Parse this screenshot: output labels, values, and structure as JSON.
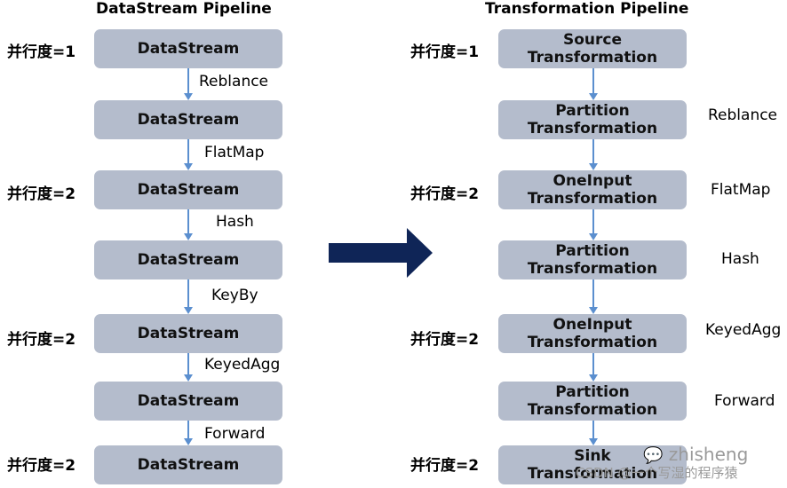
{
  "left": {
    "title": "DataStream Pipeline",
    "boxes": [
      "DataStream",
      "DataStream",
      "DataStream",
      "DataStream",
      "DataStream",
      "DataStream",
      "DataStream"
    ],
    "edges": [
      "Reblance",
      "FlatMap",
      "Hash",
      "KeyBy",
      "KeyedAgg",
      "Forward"
    ],
    "parallelism": [
      "并行度=1",
      "并行度=2",
      "并行度=2",
      "并行度=2"
    ]
  },
  "right": {
    "title": "Transformation Pipeline",
    "boxes": [
      {
        "line1": "Source",
        "line2": "Transformation"
      },
      {
        "line1": "Partition",
        "line2": "Transformation"
      },
      {
        "line1": "OneInput",
        "line2": "Transformation"
      },
      {
        "line1": "Partition",
        "line2": "Transformation"
      },
      {
        "line1": "OneInput",
        "line2": "Transformation"
      },
      {
        "line1": "Partition",
        "line2": "Transformation"
      },
      {
        "line1": "Sink",
        "line2": "Transformation"
      }
    ],
    "edges": [
      "Reblance",
      "FlatMap",
      "Hash",
      "KeyedAgg",
      "Forward"
    ],
    "parallelism": [
      "并行度=1",
      "并行度=2",
      "并行度=2",
      "并行度=2"
    ]
  },
  "watermark": {
    "brand": "zhisheng",
    "credit": "CSDN @一个写湿的程序猿"
  },
  "colors": {
    "box": "#b4bccc",
    "connector": "#5b8fcf",
    "arrow": "#0f2557"
  }
}
